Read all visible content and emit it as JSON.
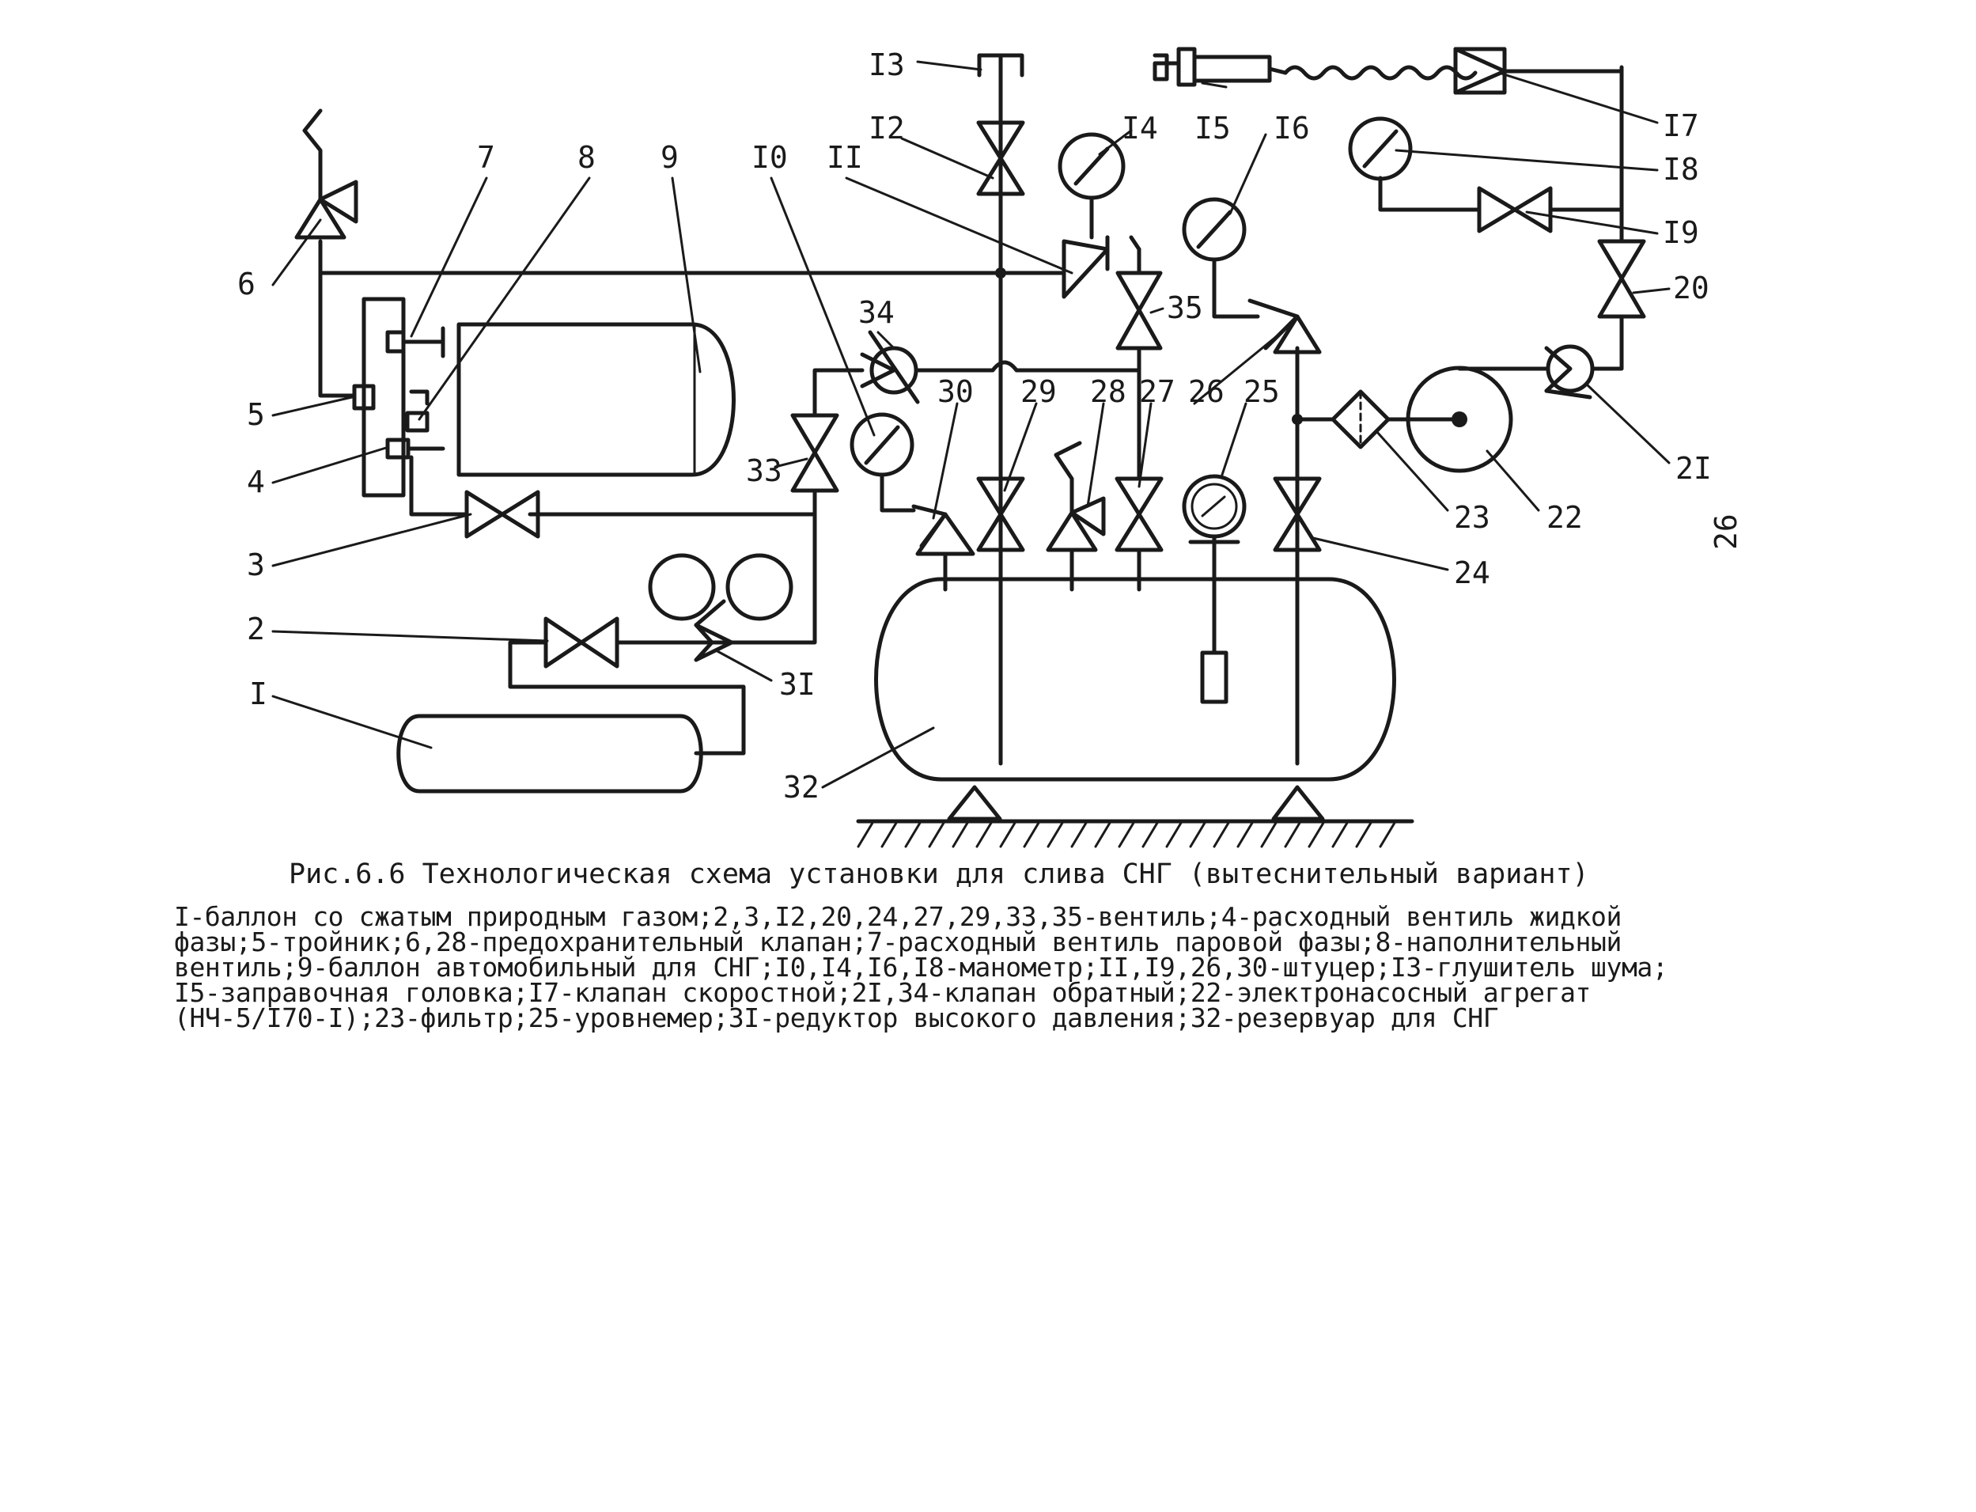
{
  "labels": {
    "l1": "I",
    "l2": "2",
    "l3": "3",
    "l4": "4",
    "l5": "5",
    "l6": "6",
    "l7": "7",
    "l8": "8",
    "l9": "9",
    "l10": "I0",
    "l11": "II",
    "l12": "I2",
    "l13": "I3",
    "l14": "I4",
    "l15": "I5",
    "l16": "I6",
    "l17": "I7",
    "l18": "I8",
    "l19": "I9",
    "l20": "20",
    "l21": "2I",
    "l22": "22",
    "l23": "23",
    "l24": "24",
    "l25": "25",
    "l26": "26",
    "l27": "27",
    "l28": "28",
    "l29": "29",
    "l30": "30",
    "l31": "3I",
    "l32": "32",
    "l33": "33",
    "l34": "34",
    "l35": "35"
  },
  "page_number": "26",
  "caption": {
    "title": "Рис.6.6  Технологическая схема установки для слива СНГ (вытеснительный вариант)",
    "legend": "I-баллон со сжатым природным газом;2,3,I2,20,24,27,29,33,35-вентиль;4-расходный вентиль  жидкой\nфазы;5-тройник;6,28-предохранительный клапан;7-расходный вентиль паровой  фазы;8-наполнительный\nвентиль;9-баллон автомобильный для СНГ;I0,I4,I6,I8-манометр;II,I9,26,30-штуцер;I3-глушитель шума;\nI5-заправочная головка;I7-клапан скоростной;2I,34-клапан обратный;22-электронасосный агрегат\n(НЧ-5/I70-I);23-фильтр;25-уровнемер;3I-редуктор высокого давления;32-резервуар для СНГ"
  }
}
